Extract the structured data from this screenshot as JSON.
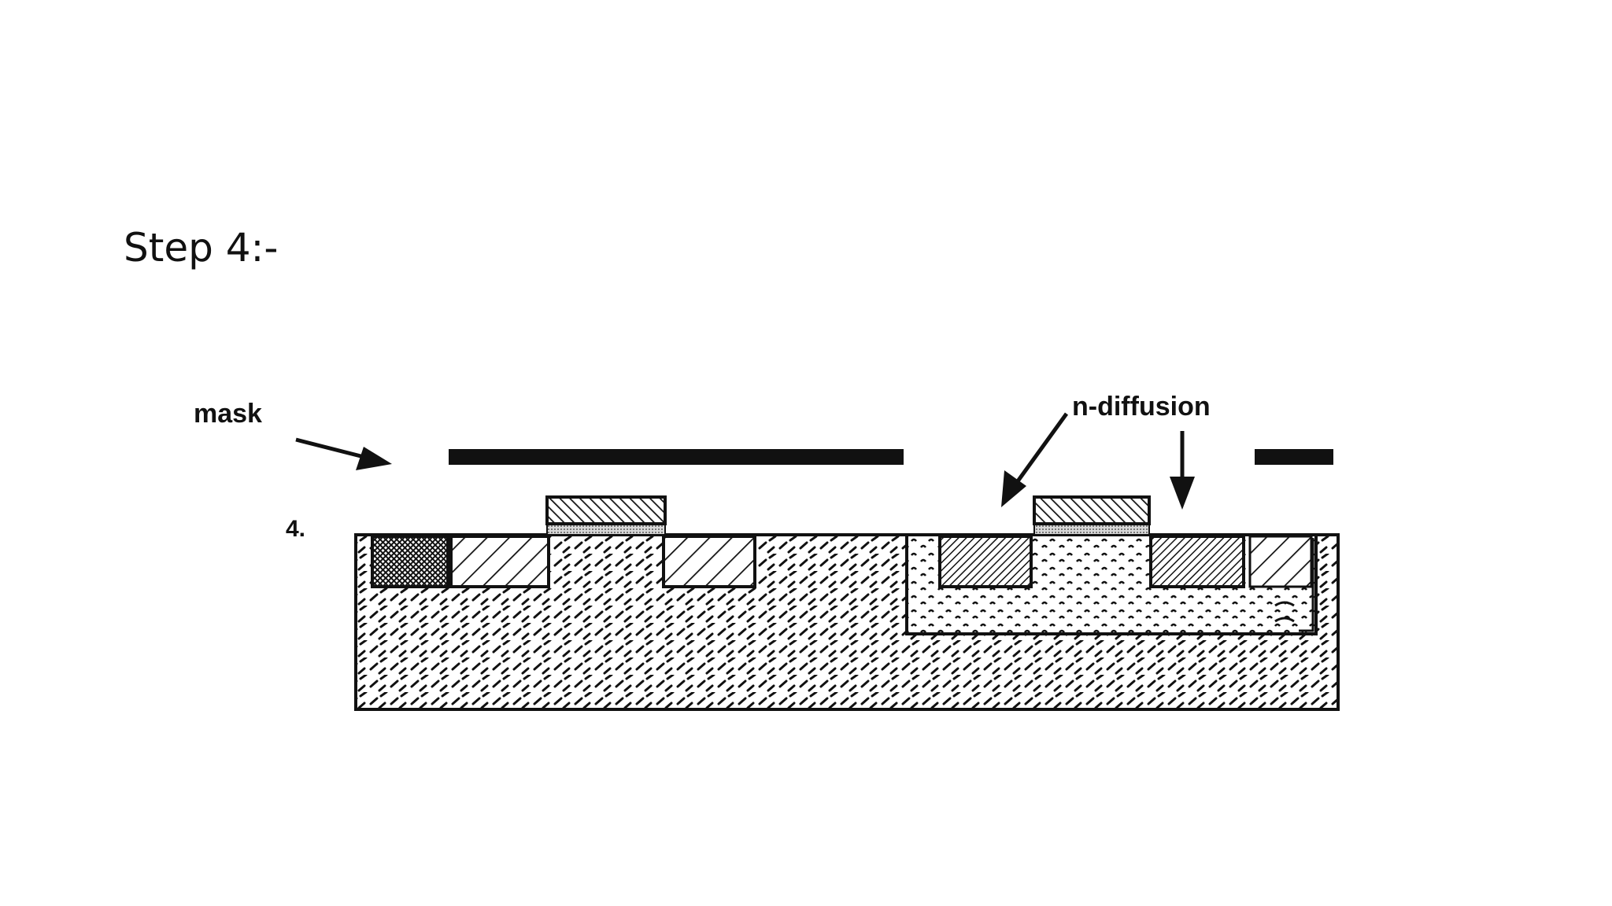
{
  "slide": {
    "title": "Step 4:-"
  },
  "diagram": {
    "step_number": "4.",
    "labels": {
      "mask": "mask",
      "n_diffusion": "n-diffusion"
    }
  }
}
